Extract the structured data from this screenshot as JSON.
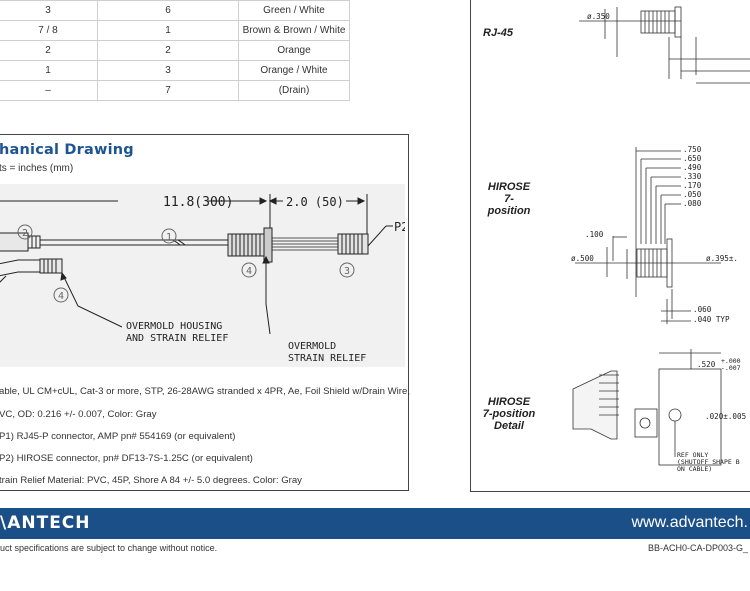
{
  "pin_table": {
    "rows": [
      [
        "3",
        "6",
        "Green / White"
      ],
      [
        "7 / 8",
        "1",
        "Brown & Brown / White"
      ],
      [
        "2",
        "2",
        "Orange"
      ],
      [
        "1",
        "3",
        "Orange / White"
      ],
      [
        "–",
        "7",
        "(Drain)"
      ]
    ]
  },
  "mechanical": {
    "title": "hanical Drawing",
    "units": "ts = inches (mm)",
    "dim_length": "11.8(300)",
    "dim_tail": "2.0 (50)",
    "p2_label": "P2",
    "callouts": [
      "1",
      "2",
      "3",
      "4",
      "4"
    ],
    "overmold_housing": "OVERMOLD HOUSING",
    "and_strain_relief": "AND STRAIN RELIEF",
    "overmold": "OVERMOLD",
    "strain_relief": "STRAIN RELIEF",
    "notes": [
      "able, UL CM+cUL, Cat-3 or more, STP, 26-28AWG stranded x 4PR, Ae, Foil Shield w/Drain Wire,",
      "VC, OD: 0.216 +/- 0.007, Color: Gray",
      "P1) RJ45-P connector, AMP pn# 554169 (or equivalent)",
      "P2) HIROSE connector, pn# DF13-7S-1.25C (or equivalent)",
      "train Relief Material: PVC, 45P, Shore A 84 +/- 5.0 degrees. Color: Gray"
    ]
  },
  "right_panel": {
    "rj45_label": "RJ-45",
    "rj45_dims": [
      "ø.350"
    ],
    "hirose_label_1": "HIROSE",
    "hirose_label_2": "7-position",
    "hirose_dims": [
      ".750",
      ".650",
      ".490",
      ".330",
      ".170",
      ".050",
      ".080",
      ".100",
      "ø.500",
      "ø.395±.",
      ".060",
      ".040 TYP"
    ],
    "detail_label_1": "HIROSE",
    "detail_label_2": "7-position",
    "detail_label_3": "Detail",
    "detail_dim_top": ".520",
    "detail_tol_plus": "+.000",
    "detail_tol_minus": "-.007",
    "detail_dim_side": ".020±.005",
    "ref_note_1": "REF ONLY",
    "ref_note_2": "(SHUTOFF SHAPE B",
    "ref_note_3": "ON CABLE)"
  },
  "footer": {
    "logo": "\\ANTECH",
    "website": "www.advantech.",
    "disclaimer": "uct specifications are subject to change without notice.",
    "doc_id": "BB-ACH0-CA-DP003-G_"
  },
  "colors": {
    "footer_bg": "#1b4f88",
    "title_blue": "#1c5591"
  }
}
